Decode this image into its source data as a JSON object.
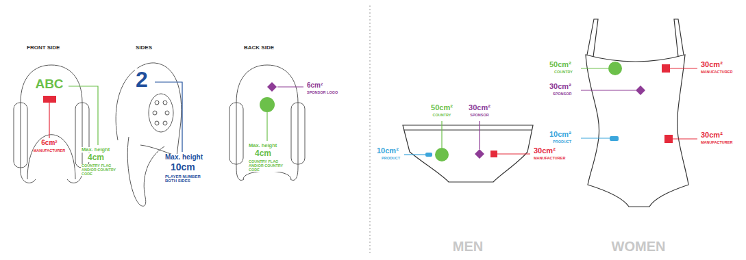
{
  "diagram": {
    "labels": [
      "FRONT SIDE",
      "SIDES",
      "BACK SIDE",
      "ABC",
      "6cm²",
      "MANUFACTURER",
      "Max. height",
      "4cm",
      "COUNTRY FLAG AND/OR COUNTRY CODE",
      "2",
      "Max. height",
      "10cm",
      "PLAYER NUMBER BOTH SIDES",
      "6cm²",
      "SPONSOR LOGO",
      "Max. height",
      "4cm",
      "COUNTRY FLAG AND/OR COUNTRY CODE",
      "50cm²",
      "COUNTRY",
      "30cm²",
      "SPONSOR",
      "10cm²",
      "PRODUCT",
      "30cm²",
      "MANUFACTURER",
      "50cm²",
      "COUNTRY",
      "30cm²",
      "MANUFACTURER",
      "30cm²",
      "SPONSOR",
      "10cm²",
      "PRODUCT",
      "30cm²",
      "MANUFACTURER",
      "MEN",
      "WOMEN"
    ]
  }
}
